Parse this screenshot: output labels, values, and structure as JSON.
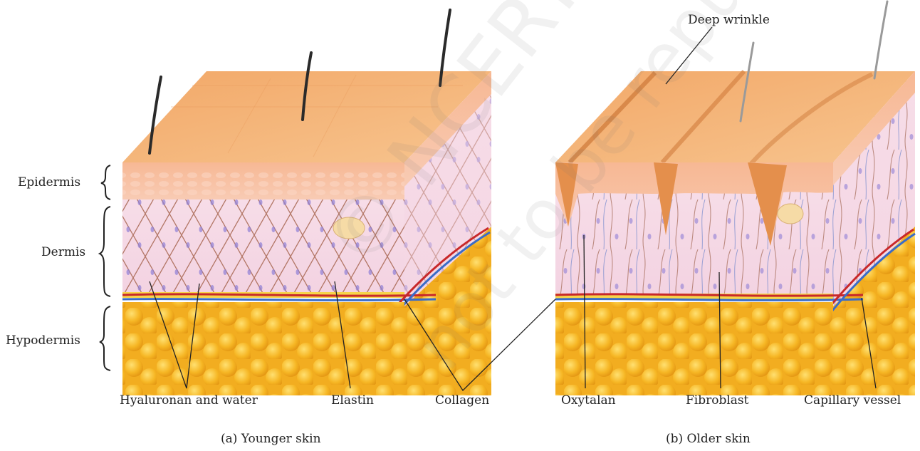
{
  "layers": {
    "epidermis": "Epidermis",
    "dermis": "Dermis",
    "hypodermis": "Hypodermis"
  },
  "labels": {
    "hyaluronan": "Hyaluronan and water",
    "elastin": "Elastin",
    "collagen": "Collagen",
    "oxytalan": "Oxytalan",
    "fibroblast": "Fibroblast",
    "capillary": "Capillary vessel",
    "wrinkle": "Deep wrinkle"
  },
  "captions": {
    "younger": "(a) Younger skin",
    "older": "(b) Older skin"
  },
  "watermark": {
    "line1": "© NCERT",
    "line2": "not to be republished"
  },
  "colors": {
    "surface": "#f4b278",
    "epidermis": "#f5bca0",
    "dermis": "#f6dbe6",
    "fat": "#f4b21c",
    "collagen_fiber": "#9c5a43",
    "artery": "#c8282a",
    "vein": "#3a6cc8"
  }
}
